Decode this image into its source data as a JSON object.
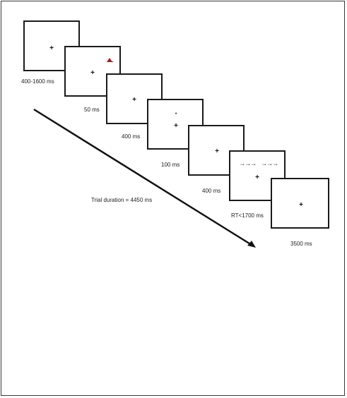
{
  "sequence": {
    "durations": [
      "400-1600 ms",
      "50 ms",
      "400 ms",
      "100 ms",
      "400 ms",
      "RT<1700 ms",
      "3500 ms"
    ],
    "fixation_symbol": "+",
    "cue_symbol": "*",
    "flanker_row_left": "→→→",
    "flanker_row_right": "→→→",
    "cue_marker_color": "#b01818"
  },
  "trial_duration": "Trial duration = 4450 ms"
}
